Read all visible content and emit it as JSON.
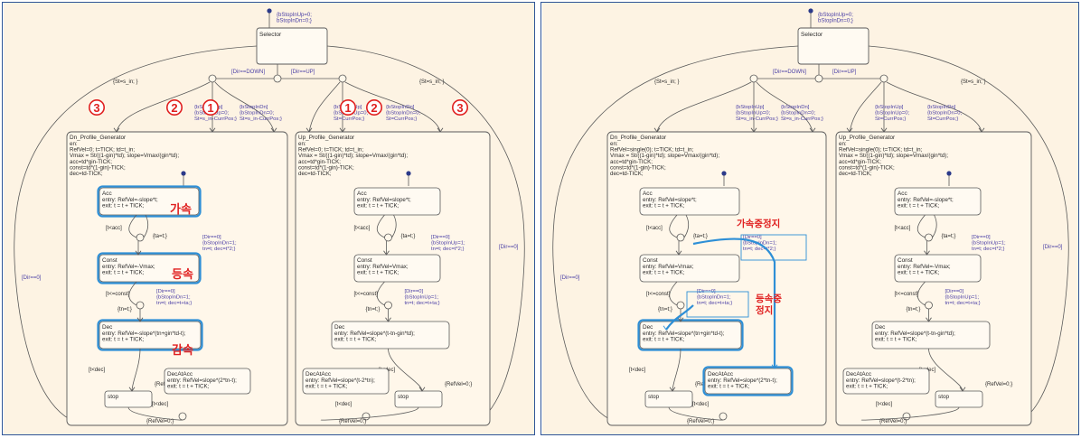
{
  "panels": [
    {
      "selector": {
        "title": "Selector",
        "annotations": [
          "{bStopInUp=0;",
          "bStopInDn=0;}"
        ]
      },
      "junction_labels": {
        "down": "[Dir==DOWN]",
        "up": "[Dir==UP]",
        "left_st": "{St=s_in; }",
        "right_st": "{St=s_in; }",
        "outer_left": "[Dir==0]",
        "outer_right": "[Dir==0]"
      },
      "dn_actions": {
        "a1": [
          "{bStopInDn]",
          "{bStopInDn=0;",
          "St=s_in-CurrPos;}"
        ],
        "a2": [
          "{bStopInUp]",
          "{bStopInUp=0;",
          "St=s_in-CurrPos;}"
        ]
      },
      "up_actions": {
        "a1": [
          "{bStopInUp]",
          "{bStopInUp=0;",
          "St=CurrPos;}"
        ],
        "a2": [
          "{bStopInDn]",
          "{bStopInDn=0;",
          "St=CurrPos;}"
        ]
      },
      "dn": {
        "title": "Dn_Profile_Generator",
        "lines": [
          "en:",
          "RefVel=0; t=TICK; td=t_in;",
          "Vmax = St/((1-gin)*td); slope=Vmax/(gin*td);",
          "acc=td*gin-TICK;",
          "const=td*(1-gin)-TICK;",
          "dec=td-TICK;"
        ],
        "acc": {
          "title": "Acc",
          "lines": [
            "entry: RefVel=-slope*t;",
            "exit: t = t + TICK;"
          ]
        },
        "const": {
          "title": "Const",
          "lines": [
            "entry: RefVel=-Vmax;",
            "exit: t = t + TICK;"
          ]
        },
        "dec": {
          "title": "Dec",
          "lines": [
            "entry: RefVel=-slope*(tn+gin*td-t);",
            "exit: t = t + TICK;"
          ]
        },
        "decatacc": {
          "title": "DecAtAcc",
          "lines": [
            "entry: RefVel=slope*(2*tn-t);",
            "exit: t = t + TICK;"
          ]
        },
        "stop": "stop",
        "labels": {
          "t_acc": "[t<acc]",
          "ta": "{ta=t;}",
          "t_const": "[t<=const]",
          "tn": "{tn=t;}",
          "t_dec": "[t<dec]",
          "refvel1": "{RefVel=0;}",
          "refvel2": "{RefVel=0;}",
          "t_dec2": "[t<dec]",
          "dir_acc": [
            "[Dir==0]",
            "{bStopInDn=1;",
            "tn=t; dec=t*2;}"
          ],
          "dir_const": [
            "[Dir==0]",
            "{bStopInDn=1;",
            "tn=t; dec=t+ta;}"
          ]
        }
      },
      "up": {
        "title": "Up_Profile_Generator",
        "lines": [
          "en:",
          "RefVel=0; t=TICK; td=t_in;",
          "Vmax = St/((1-gin)*td); slope=Vmax/(gin*td);",
          "acc=td*gin-TICK;",
          "const=td*(1-gin)-TICK;",
          "dec=td-TICK;"
        ],
        "acc": {
          "title": "Acc",
          "lines": [
            "entry: RefVel=slope*t;",
            "exit: t = t + TICK;"
          ]
        },
        "const": {
          "title": "Const",
          "lines": [
            "entry: RefVel=Vmax;",
            "exit: t = t + TICK;"
          ]
        },
        "dec": {
          "title": "Dec",
          "lines": [
            "entry: RefVel=slope*(t-tn-gin*td);",
            "exit: t = t + TICK;"
          ]
        },
        "decatacc": {
          "title": "DecAtAcc",
          "lines": [
            "entry: RefVel=slope*(t-2*tn);",
            "exit: t = t + TICK;"
          ]
        },
        "stop": "stop",
        "labels": {
          "t_acc": "[t<acc]",
          "ta": "{ta=t;}",
          "t_const": "[t<=const]",
          "tn": "{tn=t;}",
          "t_dec": "[t<dec]",
          "refvel1": "{RefVel=0;}",
          "refvel2": "{RefVel=0;}",
          "t_dec2": "[t<dec]",
          "dir_acc": [
            "[Dir==0]",
            "{bStopInUp=1;",
            "tn=t; dec=t*2;}"
          ],
          "dir_const": [
            "[Dir==0]",
            "{bStopInUp=1;",
            "tn=t; dec=t+ta;}"
          ]
        }
      },
      "markers": [
        "③",
        "②",
        "①",
        "①",
        "②",
        "③"
      ],
      "korean": {
        "acc": "가속",
        "const": "등속",
        "dec": "감속"
      }
    },
    {
      "selector": {
        "title": "Selector",
        "annotations": [
          "{bStopInUp=0;",
          "bStopInDn=0;}"
        ]
      },
      "junction_labels": {
        "down": "[Dir==DOWN]",
        "up": "[Dir==UP]",
        "left_st": "{St=s_in; }",
        "right_st": "{St=s_in; }",
        "outer_left": "[Dir==0]",
        "outer_right": "[Dir==0]"
      },
      "dn_actions": {
        "a1": [
          "{bStopInDn]",
          "{bStopInDn=0;",
          "St=s_in-CurrPos;}"
        ],
        "a2": [
          "{bStopInUp]",
          "{bStopInUp=0;",
          "St=s_in-CurrPos;}"
        ]
      },
      "up_actions": {
        "a1": [
          "{bStopInUp]",
          "{bStopInUp=0;",
          "St=CurrPos;}"
        ],
        "a2": [
          "{bStopInDn]",
          "{bStopInDn=0;",
          "St=CurrPos;}"
        ]
      },
      "dn": {
        "title": "Dn_Profile_Generator",
        "lines": [
          "en:",
          "RefVel=single(0); t=TICK; td=t_in;",
          "Vmax = St/((1-gin)*td); slope=Vmax/(gin*td);",
          "acc=td*gin-TICK;",
          "const=td*(1-gin)-TICK;",
          "dec=td-TICK;"
        ],
        "acc": {
          "title": "Acc",
          "lines": [
            "entry: RefVel=slope*t;",
            "exit: t = t + TICK;"
          ]
        },
        "const": {
          "title": "Const",
          "lines": [
            "entry: RefVel=Vmax;",
            "exit: t = t + TICK;"
          ]
        },
        "dec": {
          "title": "Dec",
          "lines": [
            "entry: RefVel=slope*(tn+gin*td-t);",
            "exit: t = t + TICK;"
          ]
        },
        "decatacc": {
          "title": "DecAtAcc",
          "lines": [
            "entry: RefVel=slope*(2*tn-t);",
            "exit: t = t + TICK;"
          ]
        },
        "stop": "stop",
        "labels": {
          "t_acc": "[t<acc]",
          "ta": "{ta=t;}",
          "t_const": "[t<=const]",
          "tn": "{tn=t;}",
          "t_dec": "[t<dec]",
          "refvel1": "{RefVel=0;}",
          "refvel2": "{RefVel=0;}",
          "t_dec2": "[t<dec]",
          "dir_acc": [
            "[Dir==0]",
            "{bStopInDn=1;",
            "tn=t; dec=t*2;}"
          ],
          "dir_const": [
            "[Dir==0]",
            "{bStopInDn=1;",
            "tn=t; dec=t+ta;}"
          ]
        }
      },
      "up": {
        "title": "Up_Profile_Generator",
        "lines": [
          "en:",
          "RefVel=single(0); t=TICK; td=t_in;",
          "Vmax = St/((1-gin)*td); slope=Vmax/(gin*td);",
          "acc=td*gin-TICK;",
          "const=td*(1-gin)-TICK;",
          "dec=td-TICK;"
        ],
        "acc": {
          "title": "Acc",
          "lines": [
            "entry: RefVel=-slope*t;",
            "exit: t = t + TICK;"
          ]
        },
        "const": {
          "title": "Const",
          "lines": [
            "entry: RefVel=-Vmax;",
            "exit: t = t + TICK;"
          ]
        },
        "dec": {
          "title": "Dec",
          "lines": [
            "entry: RefVel=slope*(t-tn-gin*td);",
            "exit: t = t + TICK;"
          ]
        },
        "decatacc": {
          "title": "DecAtAcc",
          "lines": [
            "entry: RefVel=slope*(t-2*tn);",
            "exit: t = t + TICK;"
          ]
        },
        "stop": "stop",
        "labels": {
          "t_acc": "[t<acc]",
          "ta": "{ta=t;}",
          "t_const": "[t<=const]",
          "tn": "{tn=t;}",
          "t_dec": "[t<dec]",
          "refvel1": "{RefVel=0;}",
          "refvel2": "{RefVel=0;}",
          "t_dec2": "[t<dec]",
          "dir_acc": [
            "[Dir==0]",
            "{bStopInUp=1;",
            "tn=t; dec=t*2;}"
          ],
          "dir_const": [
            "[Dir==0]",
            "{bStopInUp=1;",
            "tn=t; dec=t+ta;}"
          ]
        }
      },
      "markers": [],
      "korean": {
        "acc_stop": "가속중정지",
        "const_stop": [
          "등속중",
          "정지"
        ]
      }
    }
  ],
  "colors": {
    "bg": "#fdf3e3",
    "line": "#5a5a5a",
    "text": "#2a2a2a",
    "label": "#4a3fa6",
    "highlight": "#2e8fd6",
    "marker": "#e02020",
    "border": "#2f5597"
  }
}
